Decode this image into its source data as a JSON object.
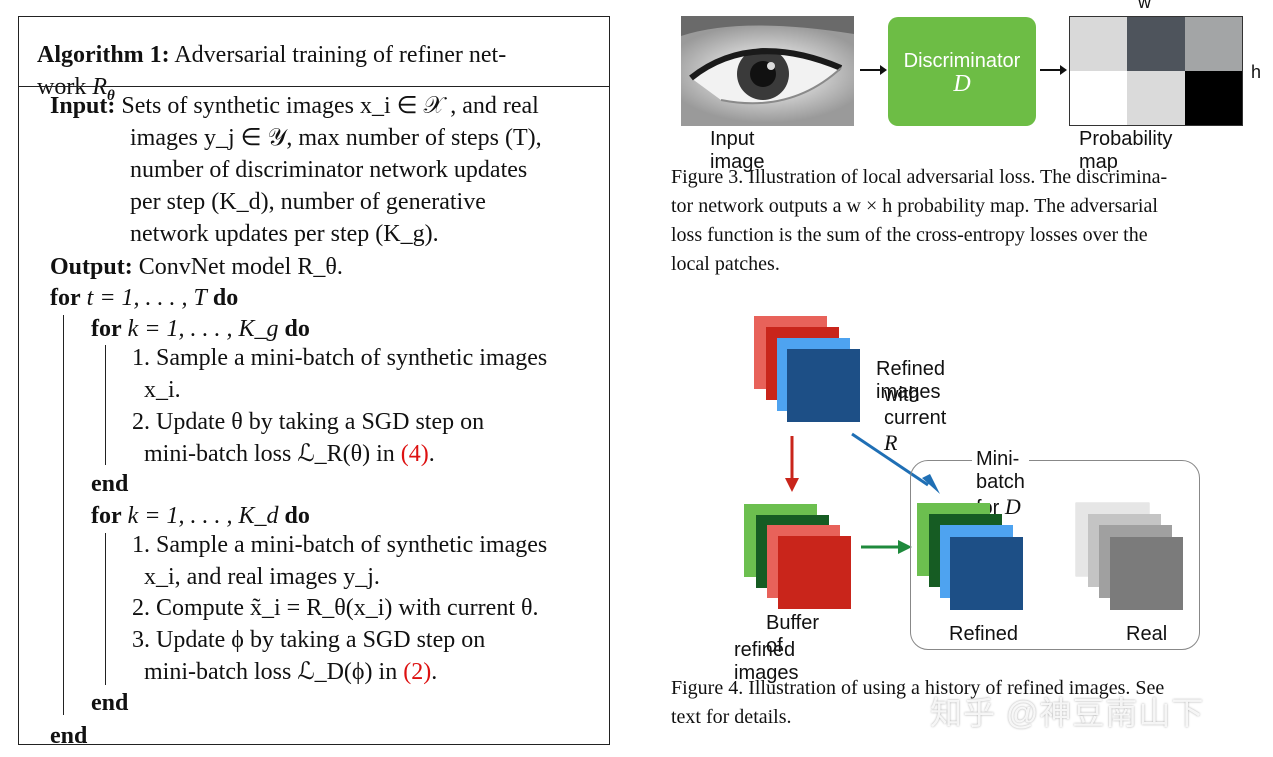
{
  "algorithm": {
    "title_label": "Algorithm 1:",
    "title_text": "Adversarial training of refiner net-",
    "title_text2": "work",
    "title_var": "R",
    "title_sub": "θ",
    "input_label": "Input:",
    "input_lines": [
      "Sets of synthetic images x_i ∈ 𝒳 , and real",
      "images y_j ∈ 𝒴, max number of steps (T),",
      "number of discriminator network updates",
      "per step (K_d), number of generative",
      "network updates per step (K_g)."
    ],
    "output_label": "Output:",
    "output_text": "ConvNet model R_θ.",
    "kw_for": "for",
    "kw_do": "do",
    "kw_end": "end",
    "outer_loop": "t = 1, . . . , T",
    "loop_g": "k = 1, . . . , K_g",
    "loop_d": "k = 1, . . . , K_d",
    "g_steps": [
      "1. Sample a mini-batch of synthetic images",
      "x_i.",
      "2. Update θ by taking a SGD step on",
      "mini-batch loss ℒ_R(θ) in"
    ],
    "g_ref": "(4)",
    "g_ref_tail": ".",
    "d_steps": [
      "1. Sample a mini-batch of synthetic images",
      "x_i, and real images y_j.",
      "2. Compute x̃_i = R_θ(x_i) with current θ.",
      "3. Update ϕ by taking a SGD step on",
      "mini-batch loss ℒ_D(ϕ) in"
    ],
    "d_ref": "(2)",
    "d_ref_tail": "."
  },
  "figure3": {
    "input_label": "Input image",
    "disc_label": "Discriminator",
    "disc_var": "D",
    "w_label": "w",
    "h_label": "h",
    "prob_label": "Probability map",
    "grid_colors": [
      "#d9d9d9",
      "#4e545c",
      "#a3a5a6",
      "#ffffff",
      "#dadada",
      "#000000"
    ],
    "caption": [
      "Figure 3. Illustration of local adversarial loss. The discrimina-",
      "tor network outputs a w × h probability map. The adversarial",
      "loss function is the sum of the cross-entropy losses over the",
      "local patches."
    ]
  },
  "figure4": {
    "refined_label_1": "Refined images",
    "refined_label_2": "with current",
    "refined_var": "R",
    "minibatch_label": "Mini-batch for",
    "minibatch_var": "D",
    "buffer_label_1": "Buffer of",
    "buffer_label_2": "refined images",
    "refined_caption": "Refined",
    "real_caption": "Real",
    "caption": [
      "Figure 4. Illustration of using a history of refined images. See",
      "text for details."
    ],
    "colors": {
      "red_light": "#e8625a",
      "red_dark": "#c9251b",
      "blue_light": "#4ea3f0",
      "blue_dark": "#1d4f86",
      "green_light": "#6cbf4f",
      "green_dark": "#165c23",
      "gray_1": "#e6e6e6",
      "gray_2": "#c4c4c4",
      "gray_3": "#a0a0a0",
      "gray_4": "#7b7b7b",
      "arrow_red": "#c9251b",
      "arrow_blue": "#1f6fb5",
      "arrow_green": "#1f8a3c"
    }
  },
  "watermark": "知乎 @神豆南山下"
}
